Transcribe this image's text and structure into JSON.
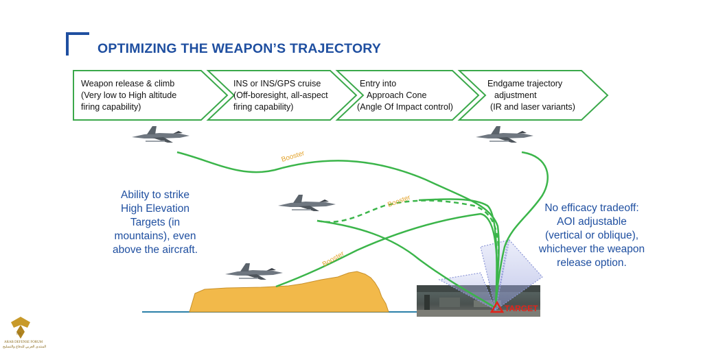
{
  "title": "OPTIMIZING THE WEAPON’S TRAJECTORY",
  "steps": [
    {
      "lines": [
        "Weapon release & climb",
        "(Very low  to High altitude",
        "firing capability)"
      ]
    },
    {
      "lines": [
        "INS or INS/GPS cruise",
        "(Off-boresight, all-aspect",
        "firing capability)"
      ]
    },
    {
      "lines": [
        "Entry into",
        "Approach Cone",
        "(Angle Of Impact control)"
      ]
    },
    {
      "lines": [
        "Endgame trajectory",
        "adjustment",
        "(IR and laser variants)"
      ]
    }
  ],
  "left_note": {
    "lines": [
      "Ability to strike",
      "High Elevation",
      "Targets (in",
      "mountains), even",
      "above the aircraft."
    ]
  },
  "right_note": {
    "lines": [
      "No efficacy tradeoff:",
      "AOI adjustable",
      "(vertical or oblique),",
      "whichever the weapon",
      "release option."
    ]
  },
  "booster_label": "Booster",
  "target_label": "TARGET",
  "logo": {
    "line1": "ARAB DEFENSE FORUM",
    "line2": "المنتدى العربي للدفاع والتسليح",
    "mark": "DA"
  },
  "colors": {
    "title": "#1f4fa0",
    "arrow_border": "#3aa84a",
    "trajectory": "#3bb54a",
    "booster": "#e3a32c",
    "mountain": "#f2b94a",
    "ground": "#2a7fa8",
    "cone": "#8b95d6",
    "target": "#e2231a"
  }
}
